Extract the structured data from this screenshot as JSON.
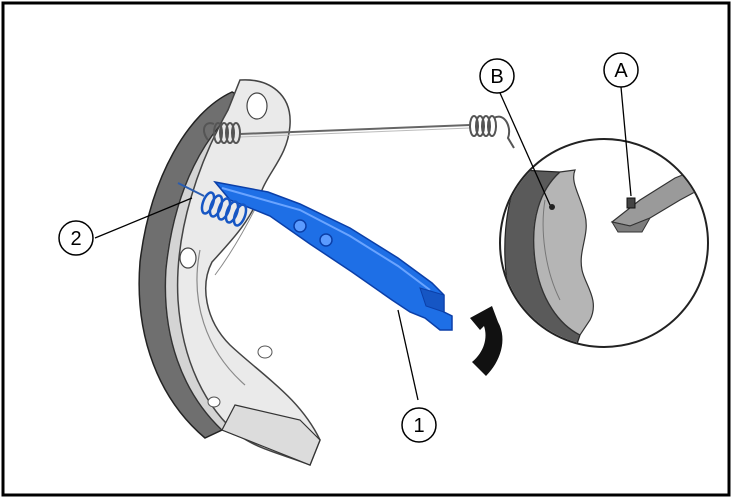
{
  "callouts": {
    "part_1": "1",
    "part_2": "2",
    "detail_a": "A",
    "detail_b": "B"
  },
  "colors": {
    "lever": "#1e6fe6",
    "lever_dark": "#0b3fa8",
    "shoe_plate": "#e6e6e6",
    "lining": "#707070",
    "arrow": "#111111",
    "frame": "#000000"
  }
}
